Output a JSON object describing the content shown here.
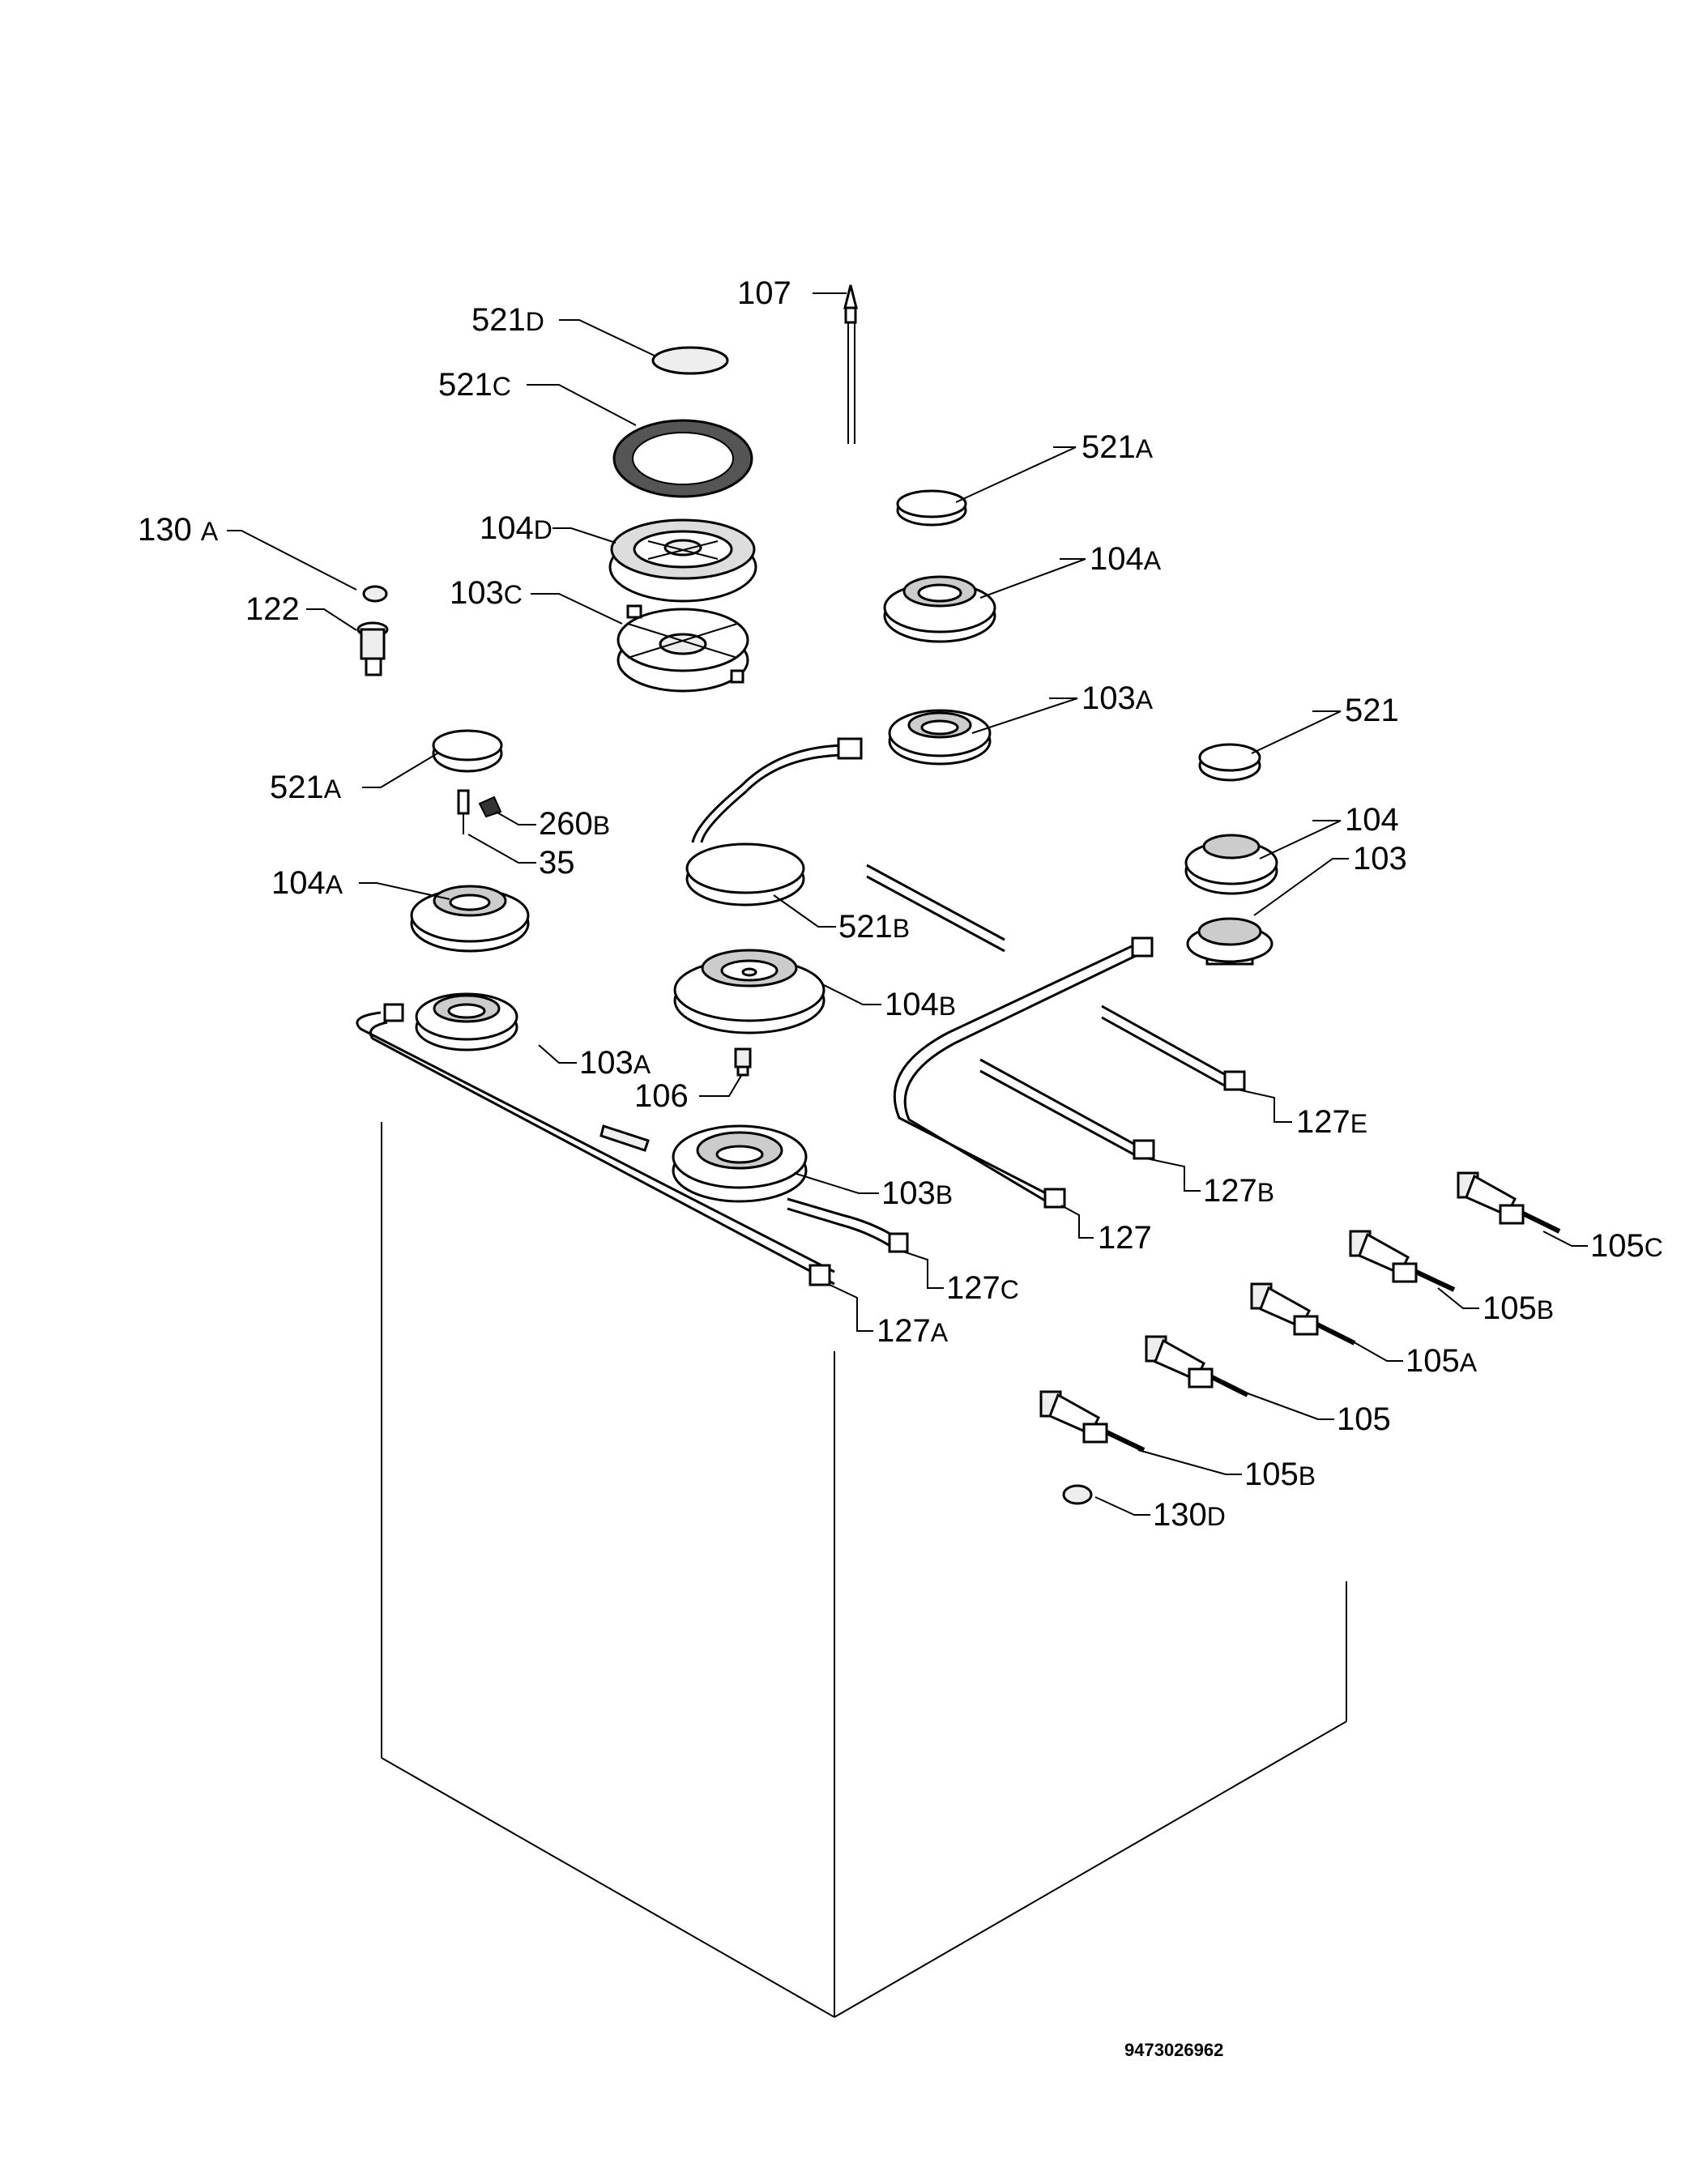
{
  "diagram_ref": "9473026962",
  "callouts": [
    {
      "id": "107",
      "num": "107",
      "suffix": ""
    },
    {
      "id": "521D",
      "num": "521",
      "suffix": "D"
    },
    {
      "id": "521C",
      "num": "521",
      "suffix": "C"
    },
    {
      "id": "521A-top",
      "num": "521",
      "suffix": "A"
    },
    {
      "id": "130A",
      "num": "130 ",
      "suffix": "A"
    },
    {
      "id": "104D",
      "num": "104",
      "suffix": "D"
    },
    {
      "id": "104A-top",
      "num": "104",
      "suffix": "A"
    },
    {
      "id": "122",
      "num": "122",
      "suffix": ""
    },
    {
      "id": "103C",
      "num": "103",
      "suffix": "C"
    },
    {
      "id": "103A-top",
      "num": "103",
      "suffix": "A"
    },
    {
      "id": "521",
      "num": "521",
      "suffix": ""
    },
    {
      "id": "521A-left",
      "num": "521",
      "suffix": "A"
    },
    {
      "id": "260B",
      "num": "260",
      "suffix": "B"
    },
    {
      "id": "104",
      "num": "104",
      "suffix": ""
    },
    {
      "id": "35",
      "num": "35",
      "suffix": ""
    },
    {
      "id": "103",
      "num": "103",
      "suffix": ""
    },
    {
      "id": "104A-left",
      "num": "104",
      "suffix": "A"
    },
    {
      "id": "521B",
      "num": "521",
      "suffix": "B"
    },
    {
      "id": "104B",
      "num": "104",
      "suffix": "B"
    },
    {
      "id": "103A-left",
      "num": "103",
      "suffix": "A"
    },
    {
      "id": "106",
      "num": "106",
      "suffix": ""
    },
    {
      "id": "127E",
      "num": "127",
      "suffix": "E"
    },
    {
      "id": "103B",
      "num": "103",
      "suffix": "B"
    },
    {
      "id": "127B",
      "num": "127",
      "suffix": "B"
    },
    {
      "id": "105C",
      "num": "105",
      "suffix": "C"
    },
    {
      "id": "127",
      "num": "127",
      "suffix": ""
    },
    {
      "id": "127C",
      "num": "127",
      "suffix": "C"
    },
    {
      "id": "105B-top",
      "num": "105",
      "suffix": "B"
    },
    {
      "id": "127A",
      "num": "127",
      "suffix": "A"
    },
    {
      "id": "105A",
      "num": "105",
      "suffix": "A"
    },
    {
      "id": "105",
      "num": "105",
      "suffix": ""
    },
    {
      "id": "105B-bot",
      "num": "105",
      "suffix": "B"
    },
    {
      "id": "130D",
      "num": "130",
      "suffix": "D"
    }
  ]
}
